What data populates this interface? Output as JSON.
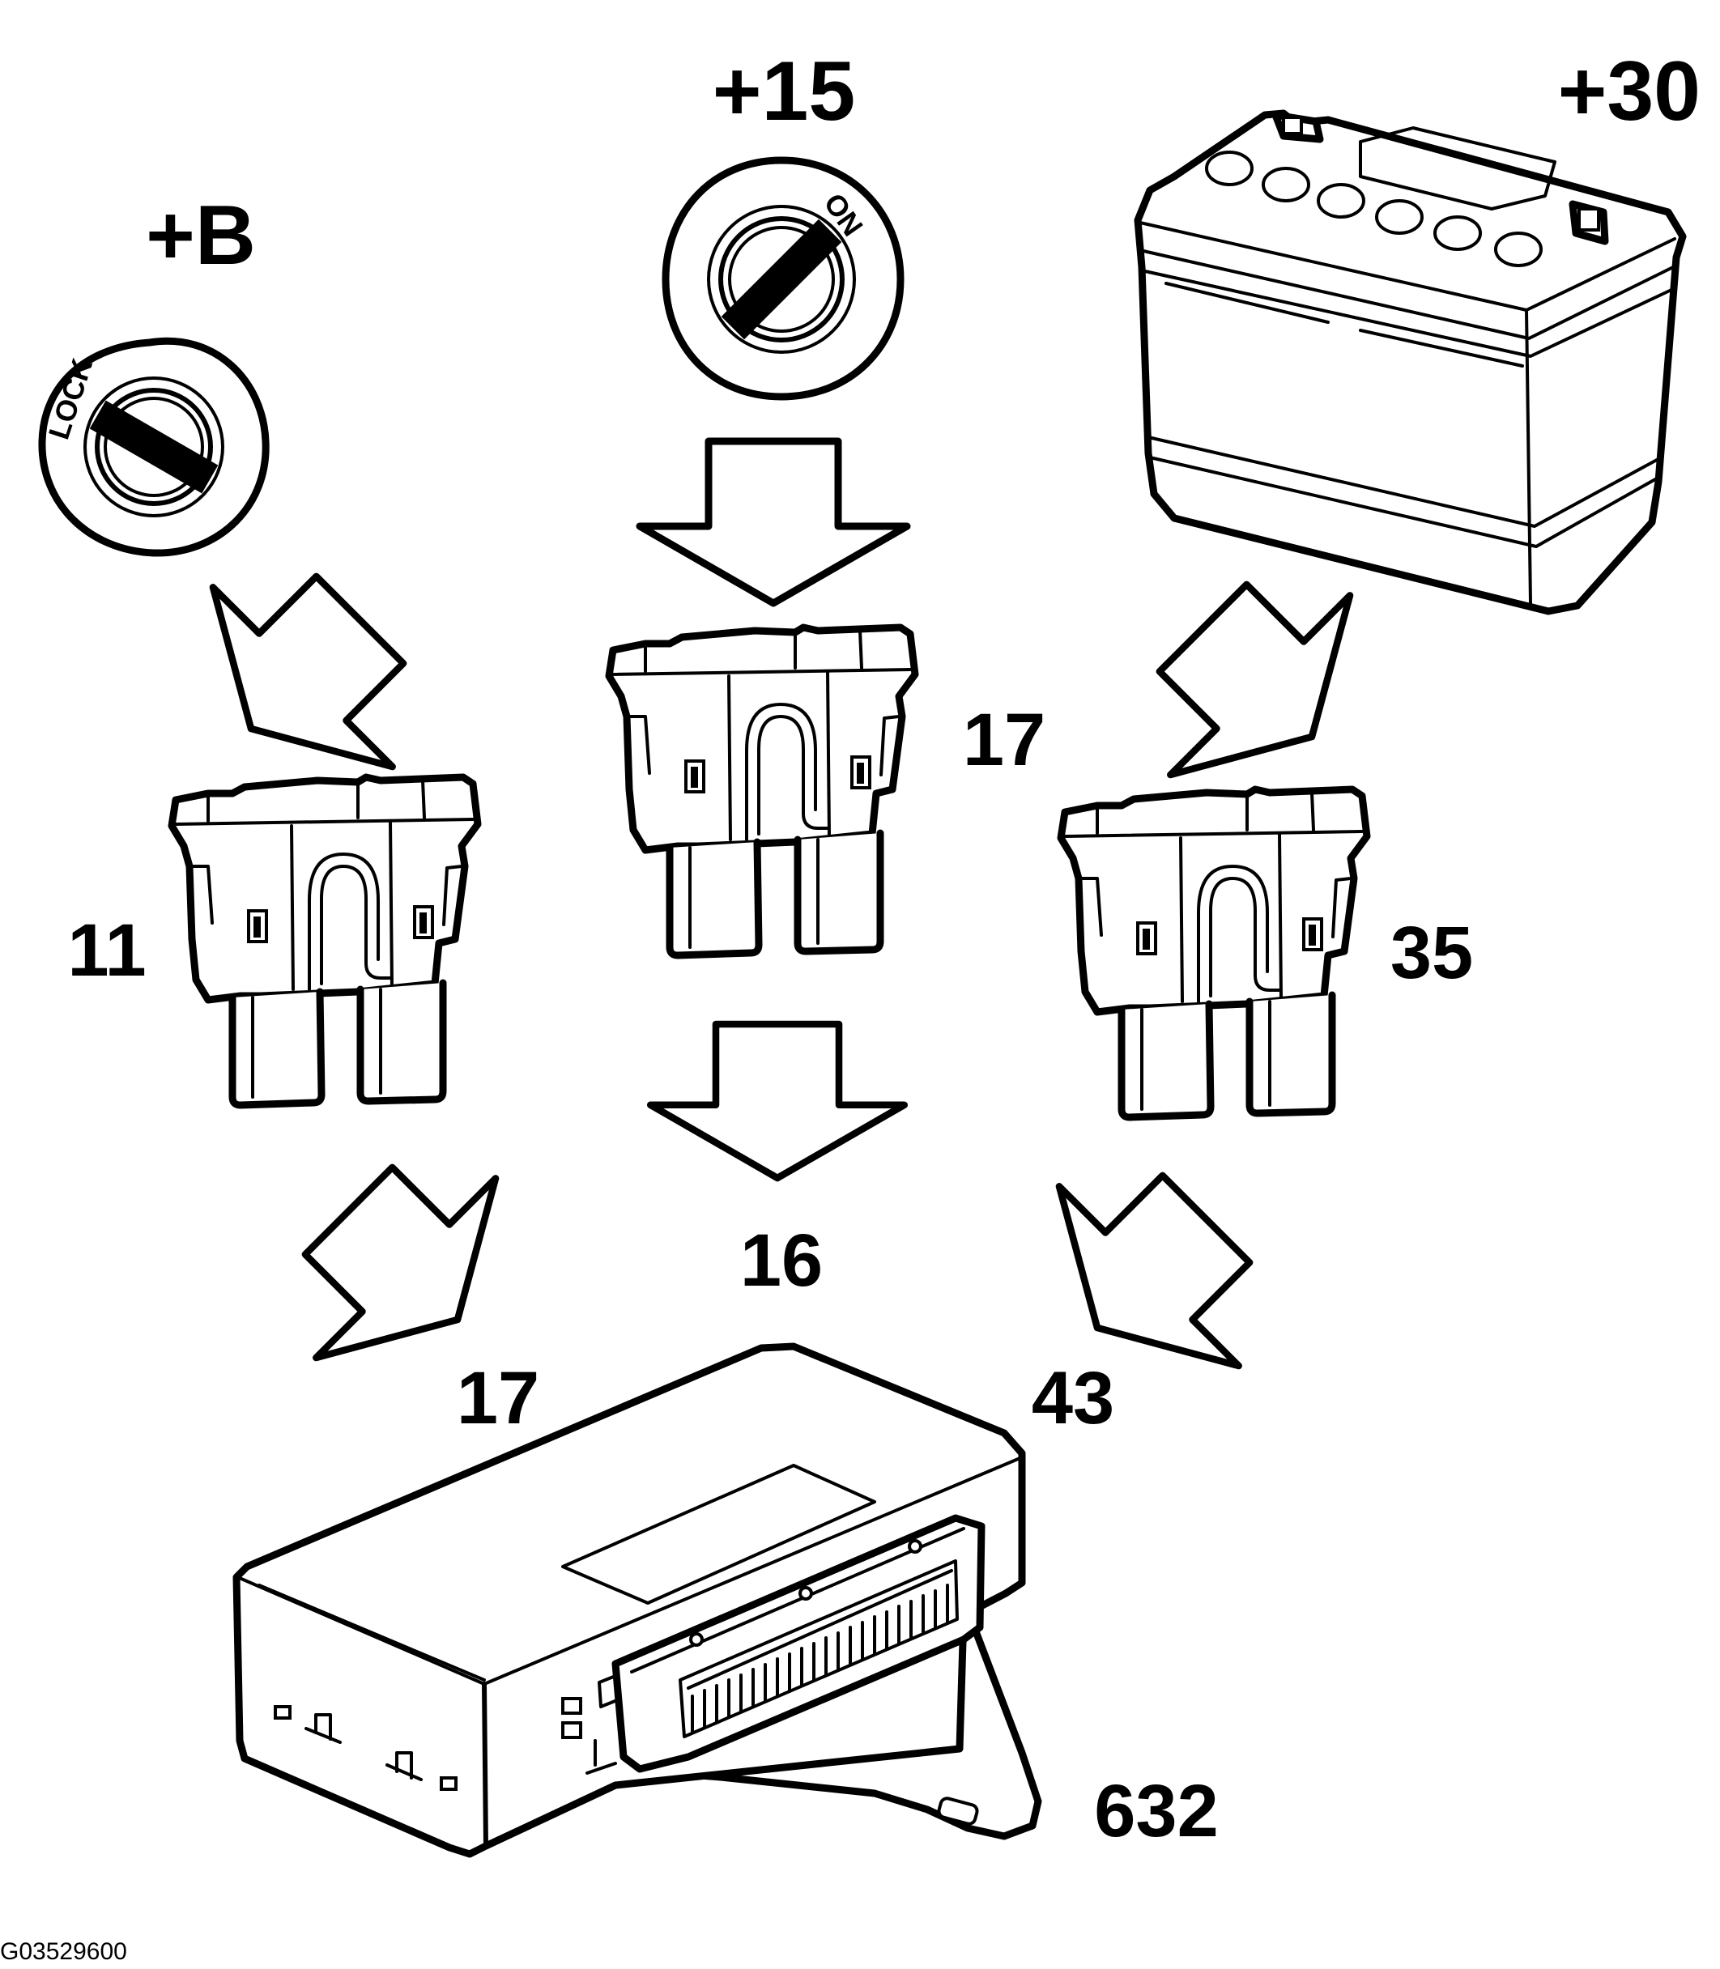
{
  "labels": {
    "key_lock_terminal": "+B",
    "key_on_terminal": "+15",
    "battery_terminal": "+30",
    "fuse_left": "11",
    "fuse_center": "17",
    "fuse_right": "35",
    "to_module_left": "17",
    "to_module_center": "16",
    "to_module_right": "43",
    "module": "632"
  },
  "key_positions": {
    "lock": "LOCK",
    "on": "ON"
  },
  "figure_code": "G03529600"
}
